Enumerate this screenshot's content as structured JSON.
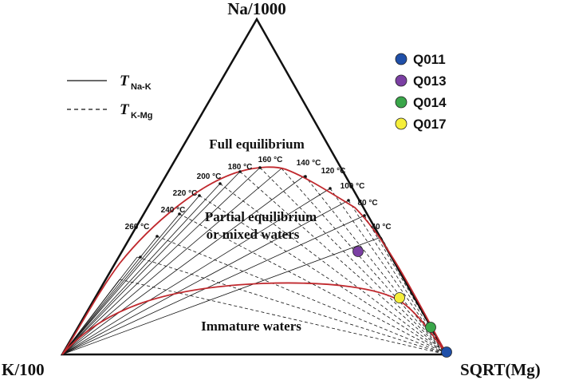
{
  "diagram": {
    "vertices": {
      "top": "Na/1000",
      "left": "K/100",
      "right": "SQRT(Mg)"
    },
    "regions": {
      "full": "Full equilibrium",
      "partial_line1": "Partial equilibrium",
      "partial_line2": "or mixed waters",
      "immature": "Immature waters"
    },
    "line_legend": {
      "solid": {
        "symbol": "T",
        "subscript": "Na-K"
      },
      "dashed": {
        "symbol": "T",
        "subscript": "K-Mg"
      }
    },
    "temperature_labels": [
      "260 °C",
      "240 °C",
      "220 °C",
      "200 °C",
      "180 °C",
      "160 °C",
      "140 °C",
      "120 °C",
      "100 °C",
      "80 °C",
      "40 °C"
    ]
  },
  "samples": [
    {
      "name": "Q011",
      "color": "#1f4fa8"
    },
    {
      "name": "Q013",
      "color": "#7b3fa3"
    },
    {
      "name": "Q014",
      "color": "#3aa64a"
    },
    {
      "name": "Q017",
      "color": "#f5ee3a"
    }
  ],
  "colors": {
    "curve": "#c0282d",
    "triangle": "#111111"
  }
}
